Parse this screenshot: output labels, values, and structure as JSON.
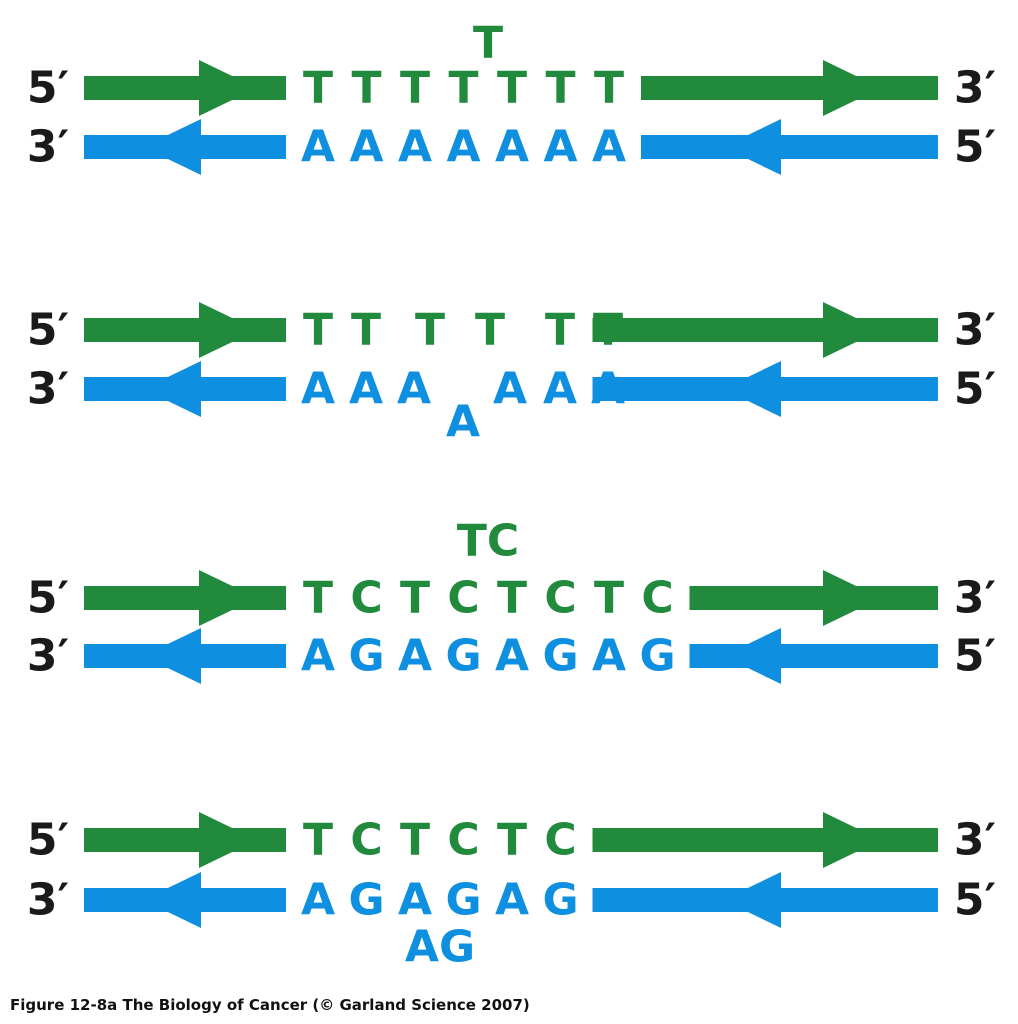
{
  "colors": {
    "top_strand": "#228a3c",
    "bottom_strand": "#0f8fe0",
    "label": "#1a1a1a"
  },
  "icons": {
    "top_arrow": "right-arrow-icon",
    "bottom_arrow": "left-arrow-icon"
  },
  "panels": [
    {
      "top": {
        "left_label": "5′",
        "right_label": "3′",
        "bases": [
          "T",
          "T",
          "T",
          "T",
          "T",
          "T",
          "T"
        ]
      },
      "bottom": {
        "left_label": "3′",
        "right_label": "5′",
        "bases": [
          "A",
          "A",
          "A",
          "A",
          "A",
          "A",
          "A"
        ]
      },
      "extra_top": "T",
      "extra_bottom": ""
    },
    {
      "top": {
        "left_label": "5′",
        "right_label": "3′",
        "bases": [
          "T",
          "T",
          "T",
          "T",
          "T",
          "T"
        ]
      },
      "bottom": {
        "left_label": "3′",
        "right_label": "5′",
        "bases": [
          "A",
          "A",
          "A",
          "A",
          "A",
          "A"
        ]
      },
      "extra_top": "",
      "extra_bottom": "A"
    },
    {
      "top": {
        "left_label": "5′",
        "right_label": "3′",
        "bases": [
          "T",
          "C",
          "T",
          "C",
          "T",
          "C",
          "T",
          "C"
        ]
      },
      "bottom": {
        "left_label": "3′",
        "right_label": "5′",
        "bases": [
          "A",
          "G",
          "A",
          "G",
          "A",
          "G",
          "A",
          "G"
        ]
      },
      "extra_top": "TC",
      "extra_bottom": ""
    },
    {
      "top": {
        "left_label": "5′",
        "right_label": "3′",
        "bases": [
          "T",
          "C",
          "T",
          "C",
          "T",
          "C"
        ]
      },
      "bottom": {
        "left_label": "3′",
        "right_label": "5′",
        "bases": [
          "A",
          "G",
          "A",
          "G",
          "A",
          "G"
        ]
      },
      "extra_top": "",
      "extra_bottom": "AG"
    }
  ],
  "caption": "Figure 12-8a  The Biology of Cancer (© Garland Science 2007)"
}
